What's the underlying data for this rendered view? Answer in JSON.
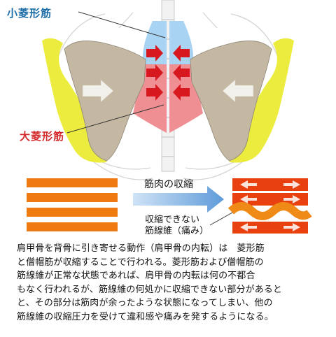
{
  "labels": {
    "rhomboid_minor": "小菱形筋",
    "rhomboid_major": "大菱形筋",
    "muscle_contraction": "筋肉の収縮",
    "cannot_contract_line1": "収縮できない",
    "cannot_contract_line2": "筋線維（痛み）"
  },
  "caption": [
    "肩甲骨を背骨に引き寄せる動作（肩甲骨の内転）は　菱形筋",
    "と僧帽筋が収縮することで行われる。菱形筋および僧帽筋の",
    "筋線維が正常な状態であれば、肩甲骨の内転は何の不都合",
    "もなく行われるが、筋線維の何処かに収縮できない部分があると",
    "と、その部分は筋肉が余ったような状態になってしまい、他の",
    "筋線維の収縮圧力を受けて違和感や痛みを発するようになる。"
  ],
  "colors": {
    "rhomboid_minor": "#a9d3f2",
    "rhomboid_major": "#ef8f93",
    "scapula": "#c4b8a2",
    "trapezius_edge": "#ecec3f",
    "arrow_red": "#d7191f",
    "fiber_orange": "#ee7a10",
    "contraction_arrow": "#6ca3dc",
    "label_blue": "#1d6ea8",
    "label_red": "#d4282a"
  }
}
